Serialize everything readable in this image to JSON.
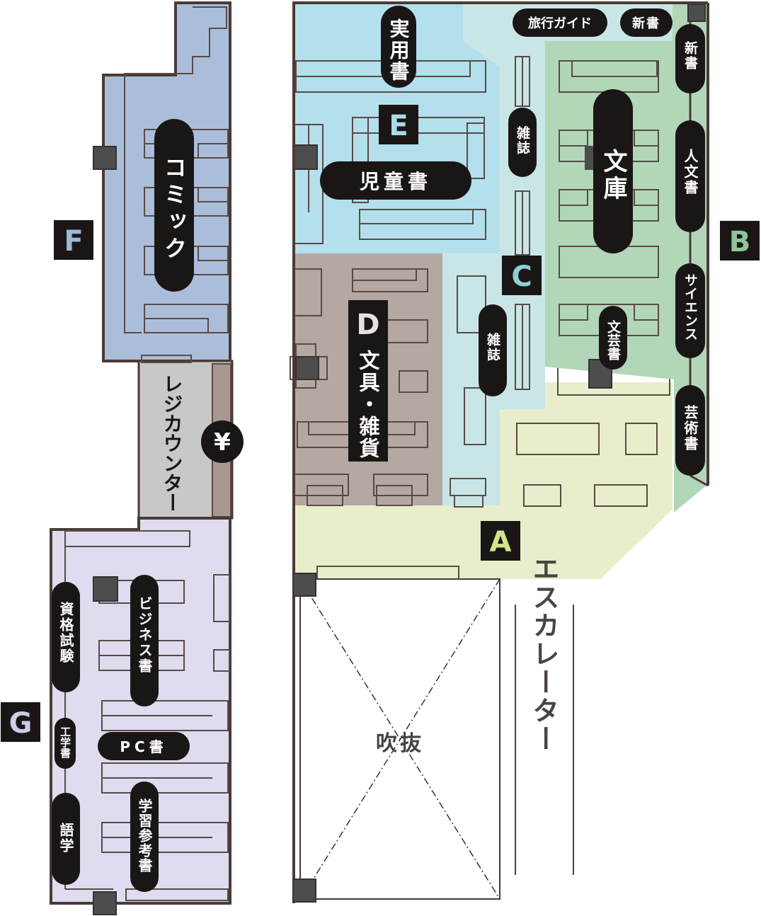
{
  "zones": {
    "A": {
      "letter": "A",
      "color": "#e8eecb",
      "letter_color": "#d5e28a"
    },
    "B": {
      "letter": "B",
      "color": "#b1d7b8",
      "letter_color": "#8fc49b"
    },
    "C": {
      "letter": "C",
      "color": "#c9e6e6",
      "letter_color": "#8fd0d6"
    },
    "D": {
      "letter": "D",
      "color": "#b5a7a2",
      "letter_color": "#e8e0dc"
    },
    "E": {
      "letter": "E",
      "color": "#b3e0ec",
      "letter_color": "#a8dcea"
    },
    "F": {
      "letter": "F",
      "color": "#aabedb",
      "letter_color": "#9fb8d6"
    },
    "G": {
      "letter": "G",
      "color": "#dedcee",
      "letter_color": "#cfcbe8"
    }
  },
  "labels": {
    "jitsuyo": "実用書",
    "jidosho": "児童書",
    "ryoko": "旅行ガイド",
    "shinsho_h": "新書",
    "shinsho_v": "新書",
    "zasshi1": "雑誌",
    "zasshi2": "雑誌",
    "bunko": "文庫",
    "jinbun": "人文書",
    "science": "サイエンス",
    "bungei": "文芸書",
    "geijutsu": "芸術書",
    "bungu": "文具・雑貨",
    "comic": "コミック",
    "register": "レジカウンター",
    "yen": "¥",
    "shikaku": "資格試験",
    "business": "ビジネス書",
    "kogaku": "工学書",
    "pc": "PC書",
    "gogaku": "語学",
    "gakushu": "学習参考書",
    "fukinuke": "吹抜",
    "escalator": "エスカレーター"
  }
}
